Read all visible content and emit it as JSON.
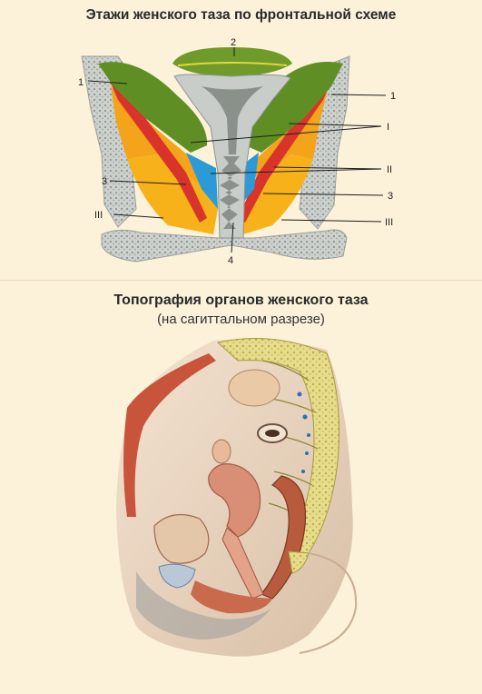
{
  "top": {
    "title": "Этажи женского таза по фронтальной схеме",
    "labels": {
      "l1_left": "1",
      "l1_right": "1",
      "l2": "2",
      "l3_left": "3",
      "l3_right": "3",
      "l4": "4",
      "roman1": "I",
      "roman2": "II",
      "roman3_left": "III",
      "roman3_right": "III"
    }
  },
  "bottom": {
    "title": "Топография органов женского таза",
    "subtitle": "(на сагиттальном разрезе)"
  },
  "colors": {
    "background": "#fcf1d9",
    "peritoneum_green": "#5f8f24",
    "fat_yellow": "#f7b21a",
    "muscle_red": "#d9342b",
    "space_blue": "#2b9ad6",
    "bone_gray": "#cfd3cf",
    "organ_pink": "#d98f75"
  }
}
